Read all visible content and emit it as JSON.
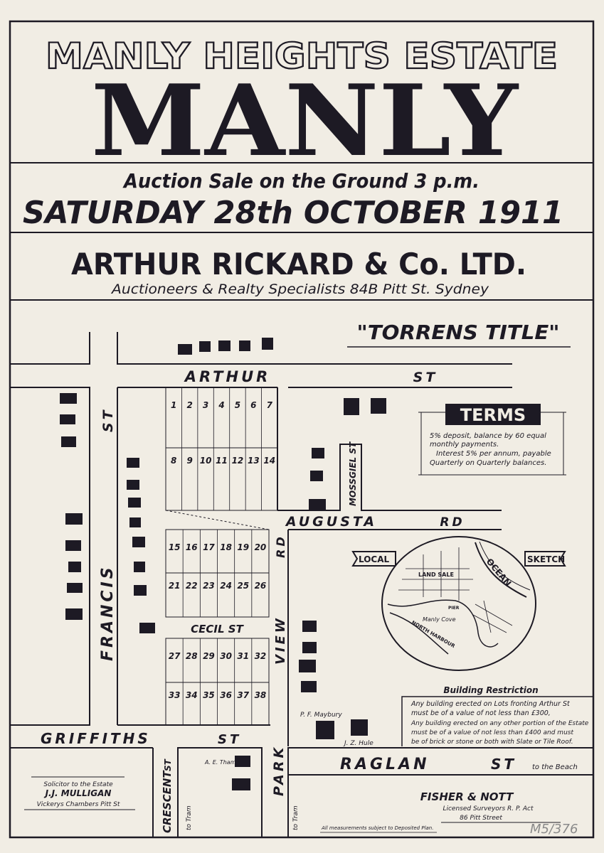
{
  "header": {
    "estate_name": "MANLY HEIGHTS ESTATE",
    "suburb": "MANLY",
    "auction_line": "Auction Sale on the Ground 3 p.m.",
    "date_line": "SATURDAY 28th OCTOBER 1911",
    "auctioneer": "ARTHUR RICKARD & Co. LTD.",
    "auctioneer_sub": "Auctioneers & Realty Specialists 84B Pitt St. Sydney"
  },
  "title_type": "\"TORRENS TITLE\"",
  "streets": {
    "arthur": "ARTHUR",
    "arthur_suffix": "ST",
    "francis": "FRANCIS",
    "francis_suffix": "ST",
    "augusta": "AUGUSTA",
    "augusta_suffix": "RD",
    "mosscgiel": "MOSSGIEL ST",
    "cecil": "CECIL ST",
    "view": "VIEW",
    "view_suffix": "RD",
    "griffiths": "GRIFFITHS",
    "griffiths_suffix": "ST",
    "raglan": "RAGLAN",
    "raglan_suffix": "ST",
    "raglan_note": "to the Beach",
    "crescent": "CRESCENT",
    "crescent_suffix": "ST",
    "park": "PARK",
    "to_tram_1": "to Tram",
    "to_tram_2": "to Tram"
  },
  "lots": [
    "1",
    "2",
    "3",
    "4",
    "5",
    "6",
    "7",
    "8",
    "9",
    "10",
    "11",
    "12",
    "13",
    "14",
    "15",
    "16",
    "17",
    "18",
    "19",
    "20",
    "21",
    "22",
    "23",
    "24",
    "25",
    "26",
    "27",
    "28",
    "29",
    "30",
    "31",
    "32",
    "33",
    "34",
    "35",
    "36",
    "37",
    "38"
  ],
  "terms": {
    "title": "TERMS",
    "lines": [
      "5% deposit, balance by 60 equal",
      "monthly payments.",
      "Interest 5% per annum, payable",
      "Quarterly on Quarterly balances."
    ]
  },
  "local_sketch": {
    "left_label": "LOCAL",
    "right_label": "SKETCH",
    "land_sale": "LAND SALE",
    "ocean": "OCEAN",
    "manly_cove": "Manly Cove",
    "north_harbour": "NORTH HARBOUR",
    "pier": "PIER"
  },
  "building_restriction": {
    "title": "Building Restriction",
    "lines": [
      "Any building erected on Lots fronting Arthur St",
      "must be of a value of not less than £300,",
      "Any building erected on any other portion of the Estate",
      "must be of a value of not less than £400 and must",
      "be of brick or stone or both with Slate or Tile Roof."
    ]
  },
  "owners": {
    "mayburv": "P. F. Maybury",
    "hule": "J. Z. Hule",
    "tham": "A. E. Tham"
  },
  "solicitor": {
    "label": "Solicitor to the Estate",
    "name": "J.J. MULLIGAN",
    "address": "Vickerys Chambers Pitt St"
  },
  "surveyors": {
    "name": "FISHER & NOTT",
    "line1": "Licensed Surveyors R. P. Act",
    "line2": "86 Pitt Street"
  },
  "measurement_note": "All measurements subject to Deposited Plan.",
  "catalogue_mark": "M5/376"
}
